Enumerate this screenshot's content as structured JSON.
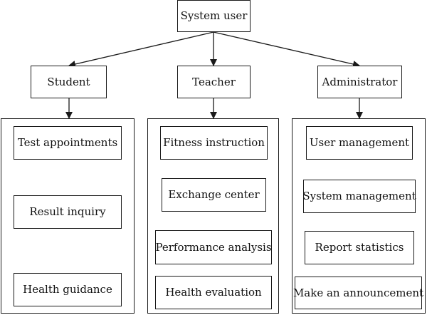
{
  "root": {
    "label": "System user"
  },
  "roles": [
    {
      "label": "Student",
      "functions": [
        "Test appointments",
        "Result inquiry",
        "Health guidance"
      ]
    },
    {
      "label": "Teacher",
      "functions": [
        "Fitness instruction",
        "Exchange center",
        "Performance analysis",
        "Health evaluation"
      ]
    },
    {
      "label": "Administrator",
      "functions": [
        "User management",
        "System management",
        "Report statistics",
        "Make an announcement"
      ]
    }
  ],
  "colors": {
    "line": "#1a1a1a",
    "background": "#ffffff",
    "text": "#111111"
  }
}
